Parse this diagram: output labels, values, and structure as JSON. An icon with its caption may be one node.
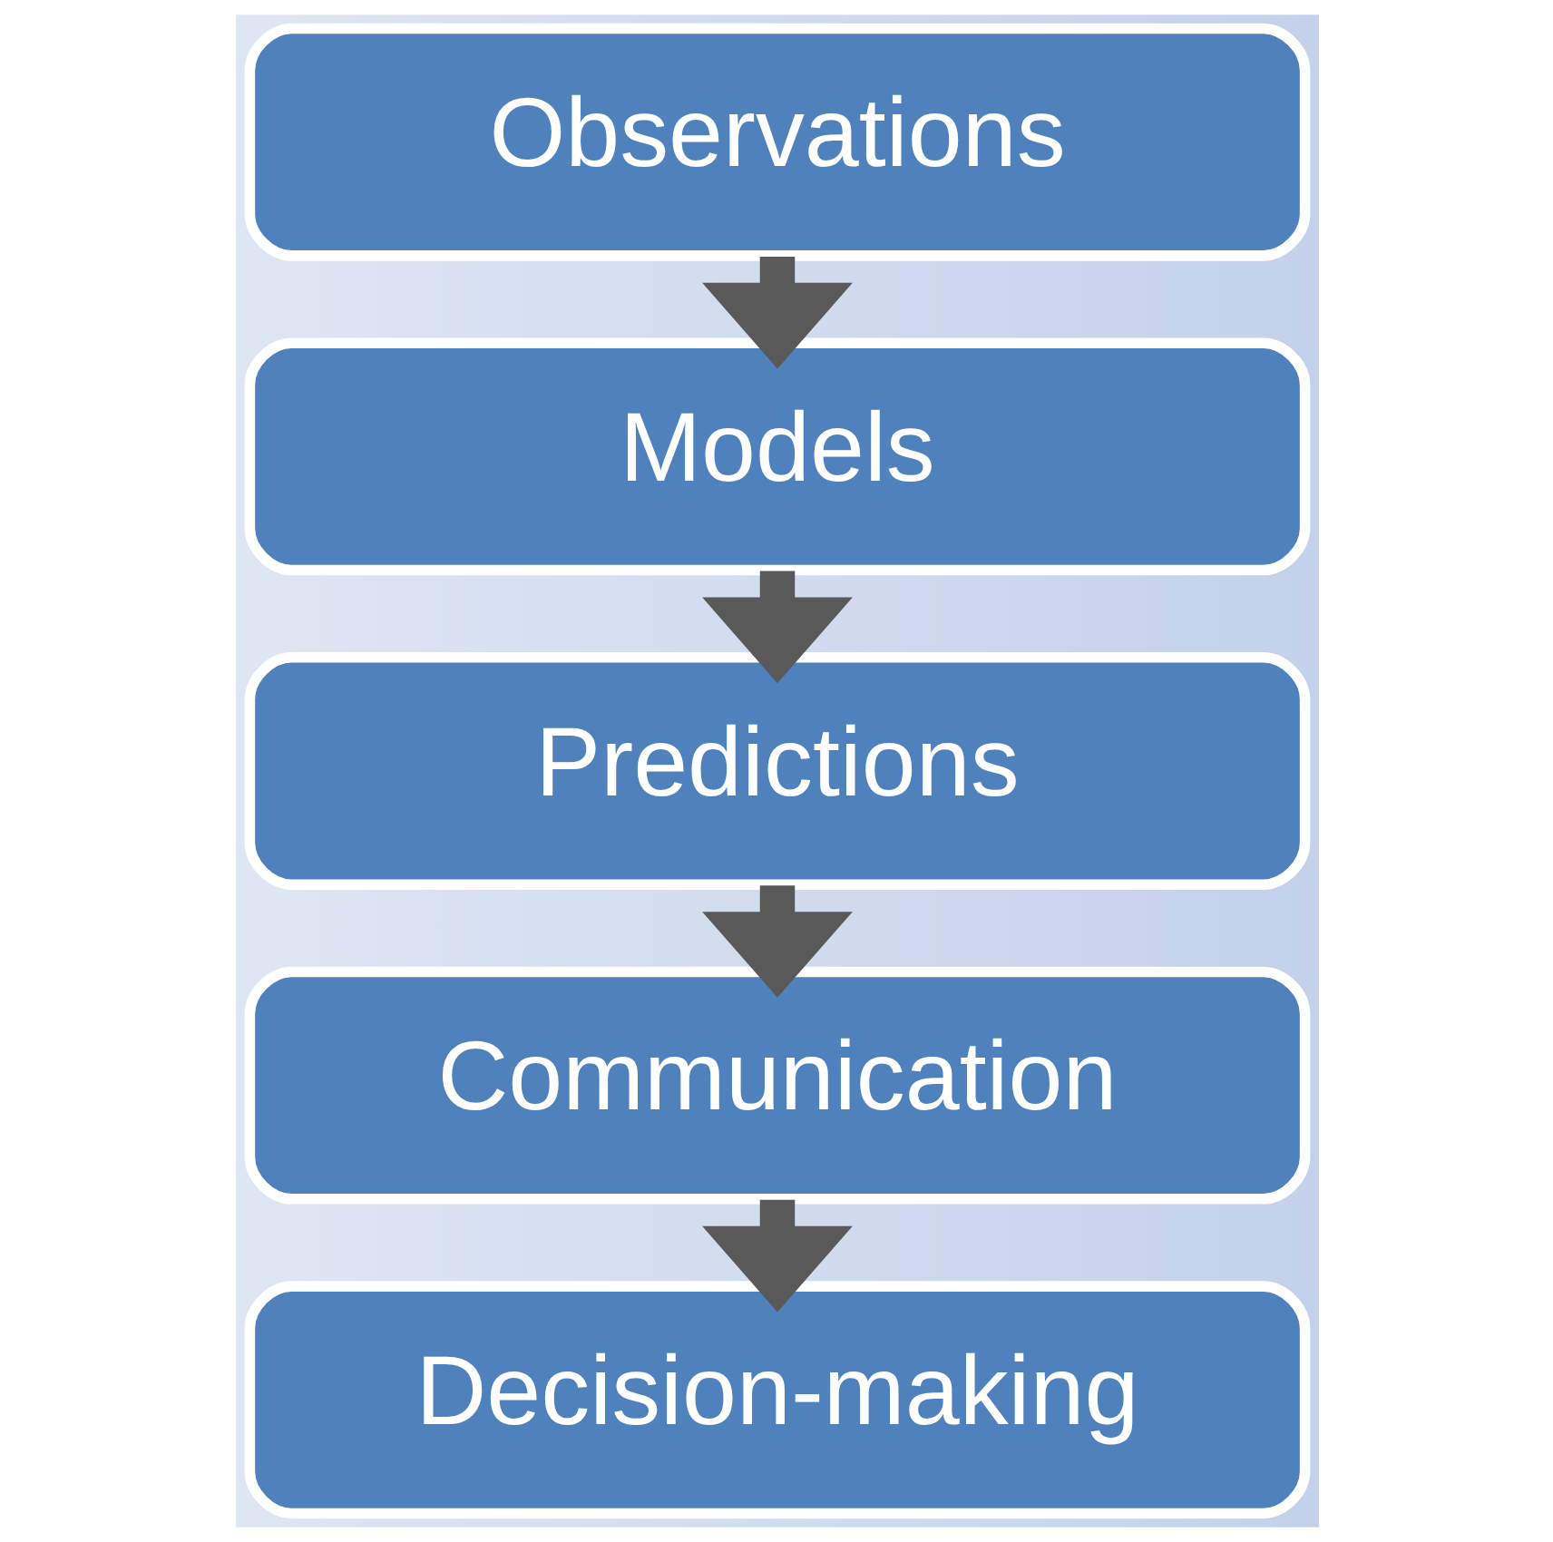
{
  "diagram": {
    "nodes": [
      {
        "text": [
          "Observations"
        ]
      },
      {
        "text": [
          "Models"
        ]
      },
      {
        "text": [
          "Predictions"
        ]
      },
      {
        "text": [
          "Communication"
        ]
      },
      {
        "text": [
          "Decision-making"
        ]
      }
    ],
    "edges": [
      {
        "from": 0,
        "to": 1,
        "arrow": "to"
      },
      {
        "from": 1,
        "to": 2,
        "arrow": "to"
      },
      {
        "from": 2,
        "to": 3,
        "arrow": "to"
      },
      {
        "from": 3,
        "to": 4,
        "arrow": "to"
      }
    ]
  }
}
